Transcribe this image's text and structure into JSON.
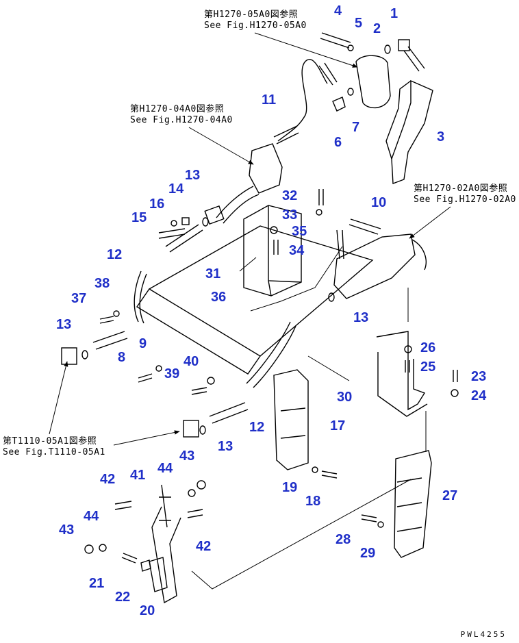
{
  "references": [
    {
      "id": "ref-h1270-05a0",
      "jp": "第H1270-05A0図参照",
      "en": "See Fig.H1270-05A0"
    },
    {
      "id": "ref-h1270-04a0",
      "jp": "第H1270-04A0図参照",
      "en": "See Fig.H1270-04A0"
    },
    {
      "id": "ref-h1270-02a0",
      "jp": "第H1270-02A0図参照",
      "en": "See Fig.H1270-02A0"
    },
    {
      "id": "ref-t1110-05a1",
      "jp": "第T1110-05A1図参照",
      "en": "See Fig.T1110-05A1"
    }
  ],
  "part_numbers": [
    "1",
    "2",
    "3",
    "4",
    "5",
    "6",
    "7",
    "8",
    "9",
    "10",
    "11",
    "12",
    "12",
    "13",
    "13",
    "13",
    "13",
    "14",
    "15",
    "16",
    "17",
    "18",
    "19",
    "20",
    "21",
    "22",
    "23",
    "24",
    "25",
    "26",
    "27",
    "28",
    "29",
    "30",
    "31",
    "32",
    "33",
    "34",
    "35",
    "36",
    "37",
    "38",
    "39",
    "40",
    "41",
    "42",
    "42",
    "43",
    "43",
    "44",
    "44"
  ],
  "drawing_code": "PWL4255",
  "colors": {
    "label": "#1f2fc8",
    "line": "#000000",
    "background": "#ffffff"
  }
}
